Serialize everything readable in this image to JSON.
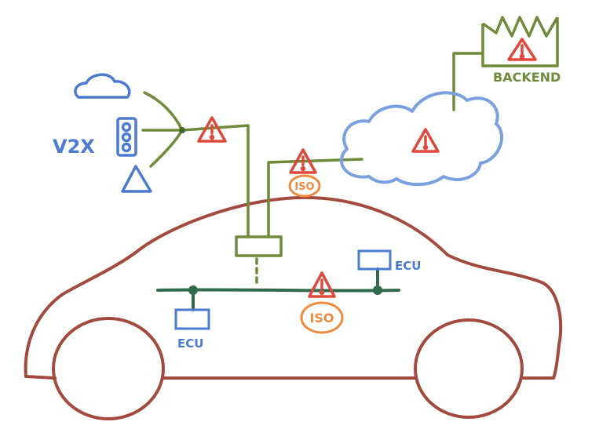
{
  "labels": {
    "v2x": "V2X",
    "backend": "BACKEND",
    "ecu_left": "ECU",
    "ecu_right": "ECU",
    "iso_top": "ISO",
    "iso_bottom": "ISO"
  },
  "colors": {
    "car_body": "#a34a3e",
    "bus_line": "#2f6a4c",
    "connection": "#6f8a3a",
    "ecu": "#4a7bd1",
    "cloud": "#7aa0e0",
    "v2x_icons": "#4a7bd1",
    "warning": "#e0483a",
    "iso_badge": "#f08a3c",
    "backend": "#6f8a3a"
  },
  "icons": [
    "car-outline",
    "front-wheel",
    "rear-wheel",
    "cloud-icon",
    "traffic-light-icon",
    "triangle-sign-icon",
    "backend-cloud",
    "backend-server-icon",
    "warning-icon"
  ]
}
